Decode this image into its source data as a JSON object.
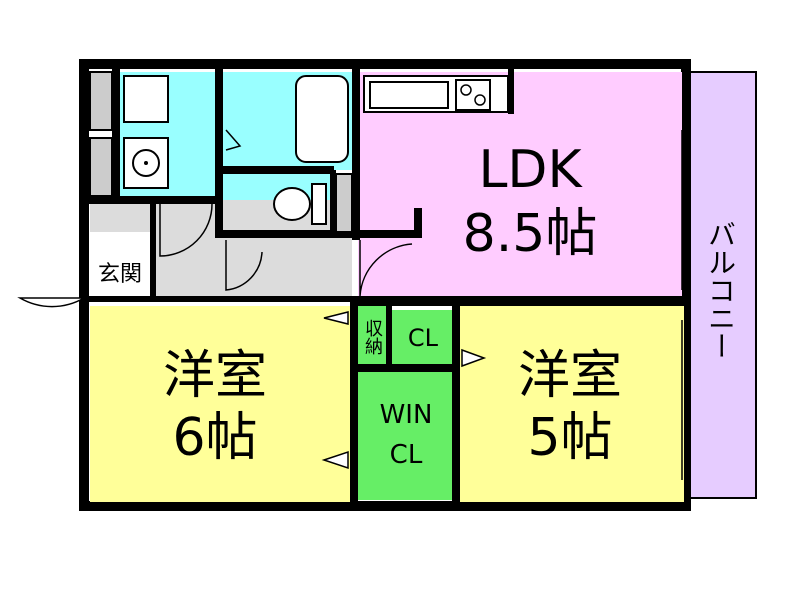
{
  "rooms": {
    "ldk": {
      "name": "LDK",
      "size": "8.5帖"
    },
    "western_a": {
      "name": "洋室",
      "size": "6帖"
    },
    "western_b": {
      "name": "洋室",
      "size": "5帖"
    },
    "win_cl": {
      "line1": "WIN",
      "line2": "CL"
    },
    "cl": {
      "name": "CL"
    },
    "storage": {
      "name": "収納"
    },
    "entrance": {
      "name": "玄関"
    },
    "balcony": {
      "name": "バルコニー"
    }
  },
  "colors": {
    "ldk": "#ffccff",
    "western": "#ffff99",
    "closet": "#66ee66",
    "wet_area": "#99ffff",
    "balcony": "#e6ccff",
    "hall": "#dcdcdc",
    "wall": "#000000"
  }
}
